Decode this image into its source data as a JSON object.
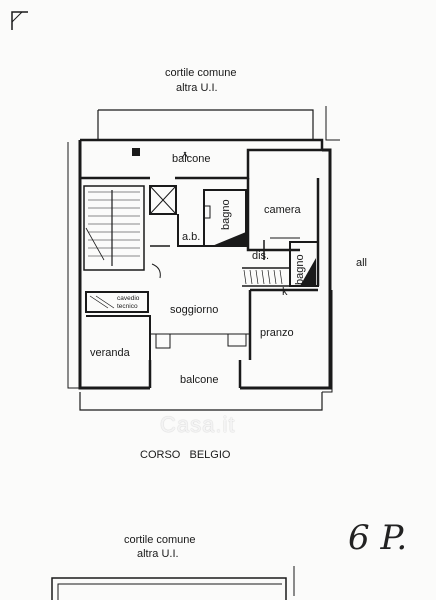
{
  "top_label": {
    "line1": "cortile comune",
    "line2": "altra U.I."
  },
  "bottom_label": {
    "line1": "cortile comune",
    "line2": "altra U.I."
  },
  "street": "CORSO   BELGIO",
  "right_label": "all",
  "rooms": {
    "balcone_top": "balcone",
    "bagno1": "bagno",
    "camera": "camera",
    "ab": "a.b.",
    "dis": "dis.",
    "bagno2": "bagno",
    "k": "k",
    "cavedio": "cavedio",
    "tecnico": "tecnico",
    "soggiorno": "soggiorno",
    "pranzo": "pranzo",
    "veranda": "veranda",
    "balcone_bottom": "balcone"
  },
  "handwritten_note": "6 P.",
  "watermark": "Casa.it"
}
